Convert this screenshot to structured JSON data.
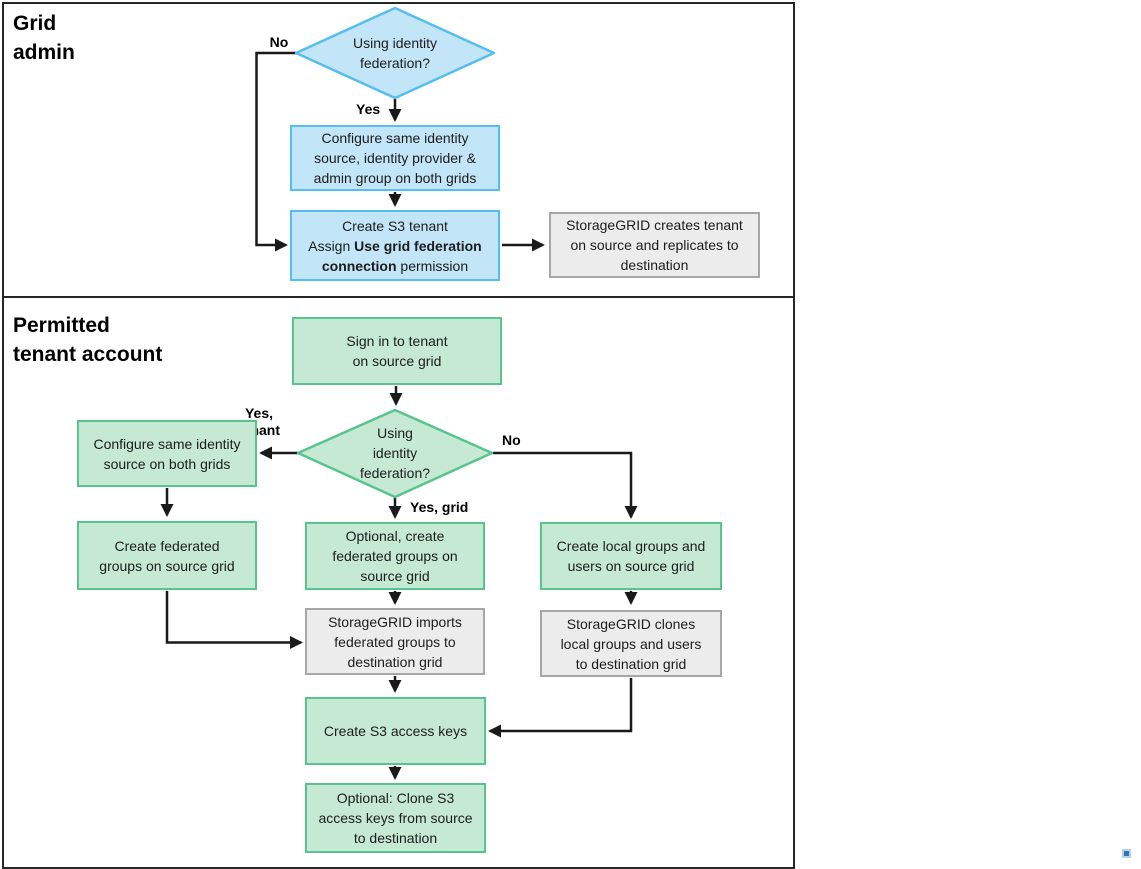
{
  "top_panel": {
    "title": "Grid\nadmin",
    "decision": "Using identity\nfederation?",
    "no_label": "No",
    "yes_label": "Yes",
    "configure_identity": "Configure same identity\nsource, identity provider &\nadmin group on both grids",
    "create_tenant": {
      "line1": "Create S3 tenant",
      "line2_regular": "Assign ",
      "line2_bold": "Use grid federation",
      "line3_bold": "connection",
      "line3_regular": " permission"
    },
    "storagegrid_creates": "StorageGRID creates tenant\non source and replicates to\ndestination"
  },
  "bottom_panel": {
    "title": "Permitted\ntenant account",
    "sign_in": "Sign in to tenant\non source grid",
    "decision": "Using\nidentity\nfederation?",
    "yes_tenant_label": "Yes,\ntenant",
    "no_label": "No",
    "yes_grid_label": "Yes, grid",
    "configure_source": "Configure same identity\nsource on both grids",
    "create_federated": "Create federated\ngroups on source grid",
    "optional_create": "Optional, create\nfederated groups on\nsource grid",
    "imports": "StorageGRID imports\nfederated groups to\ndestination grid",
    "create_local": "Create local groups and\nusers on source grid",
    "clones_local": "StorageGRID clones\nlocal groups and users\nto destination grid",
    "create_keys": "Create S3 access keys",
    "clone_keys": "Optional: Clone S3\naccess keys from source\nto destination"
  },
  "colors": {
    "blue_fill": "#c3e5f8",
    "blue_border": "#55bdef",
    "green_fill": "#c6e9d4",
    "green_border": "#58c48d",
    "gray_fill": "#ececec",
    "gray_border": "#a6a6a6",
    "line": "#1a1a1a",
    "frame": "#262626"
  }
}
